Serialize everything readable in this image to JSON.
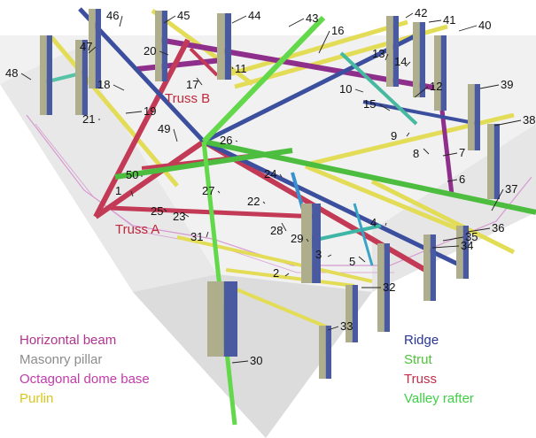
{
  "legend": {
    "horizontal_beam": "Horizontal beam",
    "masonry_pillar": "Masonry pillar",
    "octagonal_dome_base": "Octagonal dome base",
    "purlin": "Purlin",
    "ridge": "Ridge",
    "strut": "Strut",
    "truss": "Truss",
    "valley_rafter": "Valley rafter"
  },
  "colors": {
    "horizontal_beam": "#8e2f8c",
    "masonry_pillar": "#aeae8c",
    "pillar_side": "#4a5aa0",
    "octagonal_dome_base": "#c23bab",
    "purlin": "#e3dc57",
    "ridge": "#3c4f9e",
    "strut": "#4dbd3f",
    "truss": "#c23a55",
    "valley_rafter": "#62d84a",
    "label_red": "#c0283c"
  },
  "truss_labels": {
    "truss_a": "Truss A",
    "truss_b": "Truss B"
  },
  "numbers": [
    "1",
    "2",
    "3",
    "4",
    "5",
    "6",
    "7",
    "8",
    "9",
    "10",
    "11",
    "12",
    "13",
    "14",
    "15",
    "16",
    "17",
    "18",
    "19",
    "20",
    "21",
    "22",
    "23",
    "24",
    "25",
    "26",
    "27",
    "28",
    "29",
    "30",
    "31",
    "32",
    "33",
    "34",
    "35",
    "36",
    "37",
    "38",
    "39",
    "40",
    "41",
    "42",
    "43",
    "44",
    "45",
    "46",
    "47",
    "48",
    "49",
    "50"
  ]
}
